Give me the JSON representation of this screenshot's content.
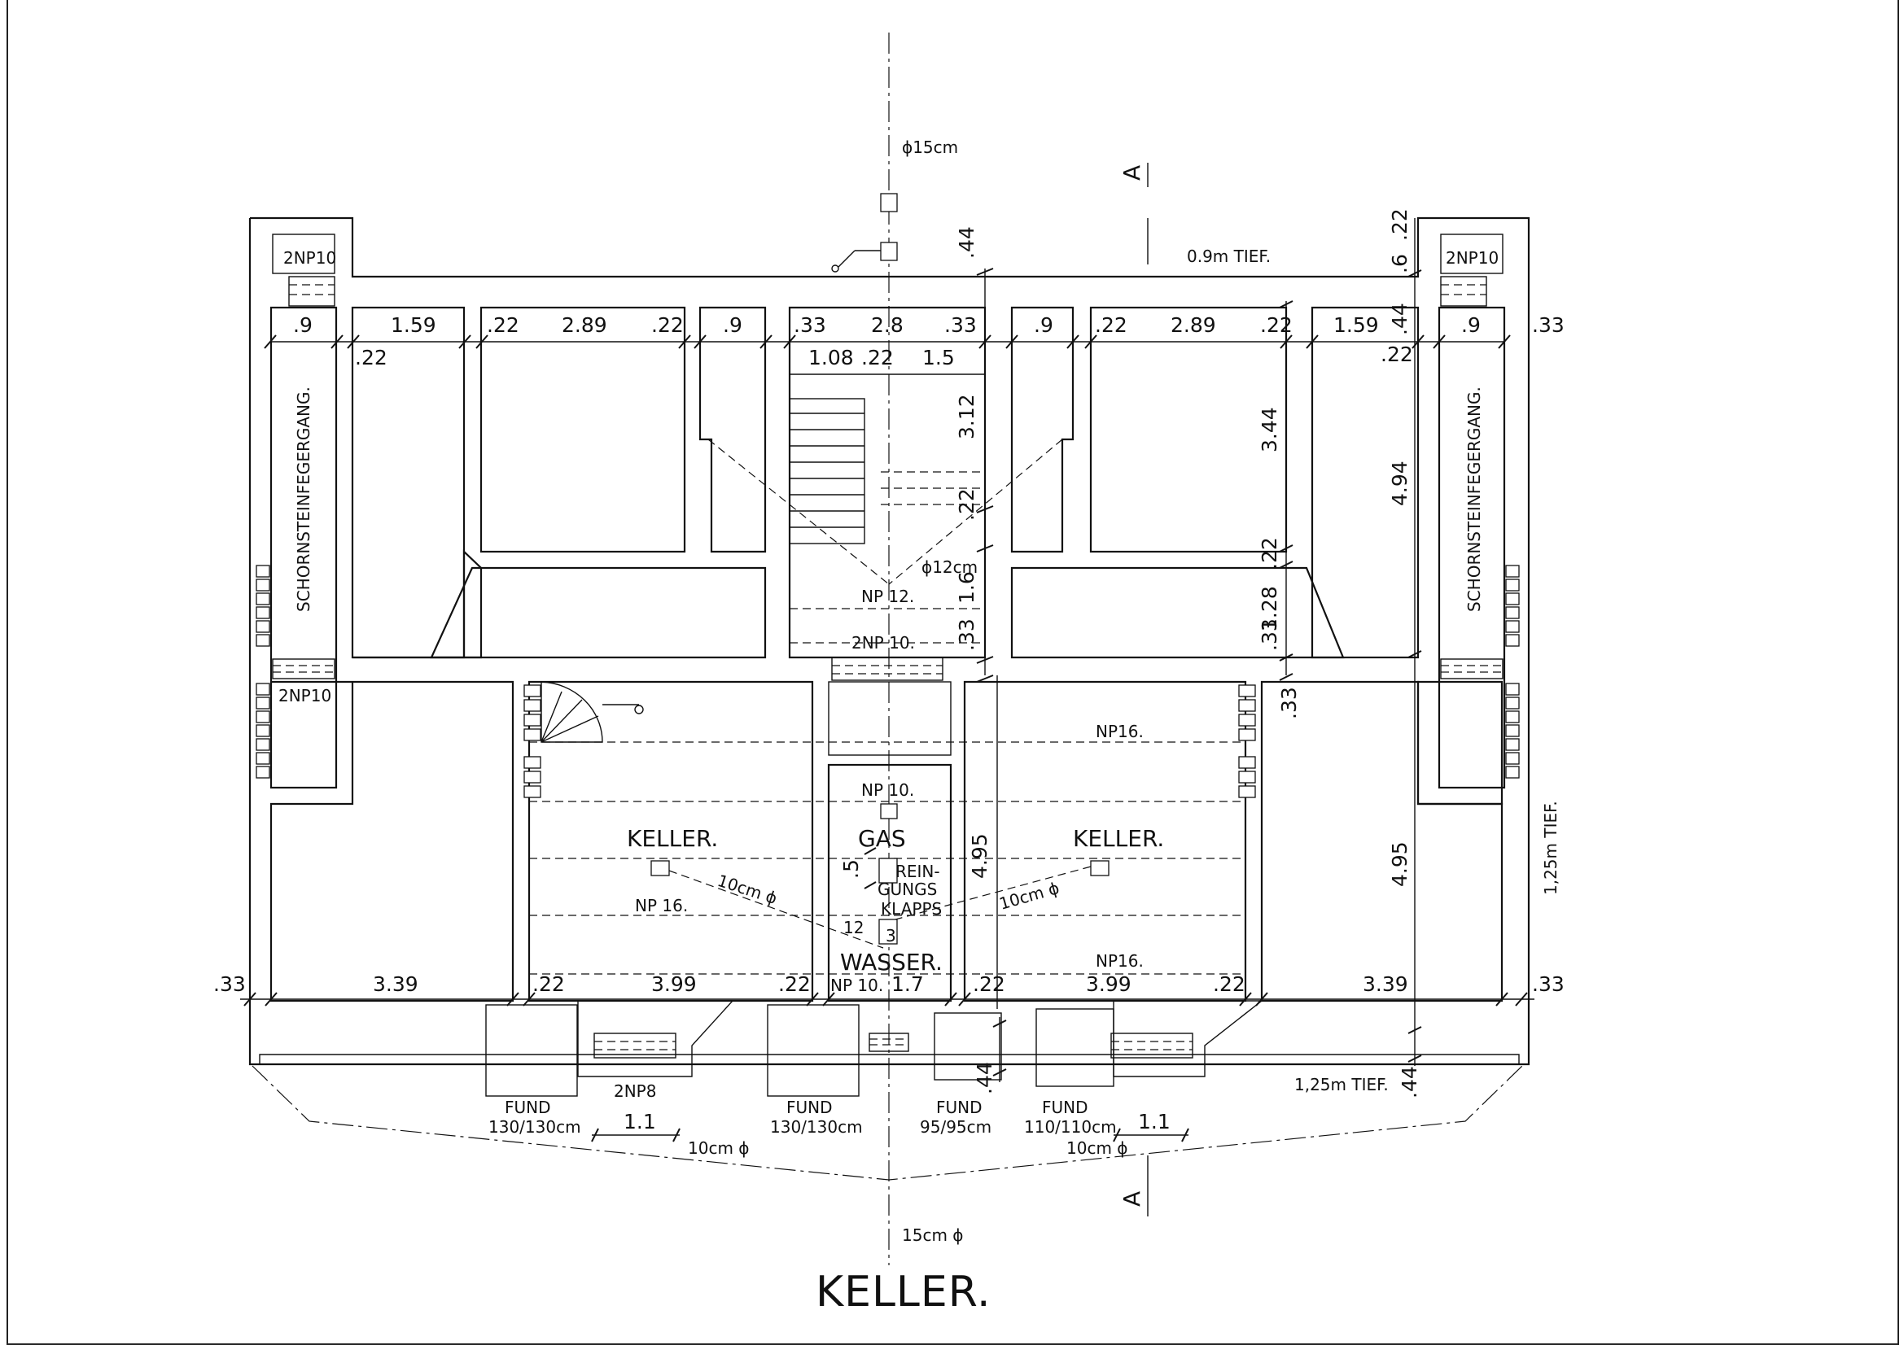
{
  "title": "KELLER.",
  "section_marker": "A",
  "rooms": {
    "keller_left": "KELLER.",
    "keller_right": "KELLER.",
    "gas": "GAS",
    "wasser": "WASSER.",
    "reinigung": [
      "REIN-",
      "GUNGS",
      "KLAPPS"
    ],
    "chimney_left": "SCHORNSTEINFEGERGANG.",
    "chimney_right": "SCHORNSTEINFEGERGANG."
  },
  "beams": {
    "top_left": "2NP10",
    "top_right": "2NP10",
    "mid_left": "2NP10",
    "np12": "NP 12.",
    "np10_2": "2NP 10.",
    "np10": "NP 10.",
    "np16_right_top": "NP16.",
    "np16_left": "NP 16.",
    "np16_right_bottom": "NP16.",
    "np10_bottom": "NP 10.",
    "np8": "2NP8"
  },
  "pipes": {
    "top": "ϕ15cm",
    "stair": "ϕ12cm",
    "left_diag": "10cm ϕ",
    "right_diag": "10cm ϕ",
    "bottom_left": "10cm ϕ",
    "bottom_right": "10cm ϕ",
    "bottom": "15cm ϕ"
  },
  "depths": {
    "top": "0.9m  TIEF.",
    "right": "1,25m  TIEF.",
    "bottom": "1,25m  TIEF."
  },
  "foundations": [
    {
      "label": "FUND",
      "size": "130/130cm"
    },
    {
      "label": "FUND",
      "size": "130/130cm"
    },
    {
      "label": "FUND",
      "size": "95/95cm"
    },
    {
      "label": "FUND",
      "size": "110/110cm"
    }
  ],
  "dims_top_row": [
    ".9",
    "1.59",
    ".22",
    "2.89",
    ".22",
    ".9",
    ".33",
    "2.8",
    ".33",
    ".9",
    ".22",
    "2.89",
    ".22",
    "1.59",
    ".9",
    ".33"
  ],
  "dims_top_misc": {
    "top_44": ".44",
    "d22a": ".22",
    "d108": "1.08",
    "d22b": ".22",
    "d15": "1.5",
    "d312": "3.12",
    "d22c": ".22",
    "d16": "1.6",
    "d33a": ".33",
    "d344": "3.44",
    "d22d": ".22",
    "d128": "1.28",
    "d33b": ".33",
    "d494": "4.94",
    "d22e": ".22",
    "d33c": ".33",
    "r_6": ".6",
    "r_22": ".22",
    "r_44": ".44",
    "r_22b": ".22"
  },
  "dims_bottom_row": [
    ".33",
    "3.39",
    ".22",
    "3.99",
    ".22",
    "1.7",
    ".22",
    "3.99",
    ".22",
    "3.39",
    ".33"
  ],
  "dims_misc": {
    "d5": ".5",
    "d12": "12",
    "d3": "3",
    "d495_mid": "4.95",
    "d495_right": "4.95",
    "d44_bl": ".44",
    "d44_br": ".44",
    "d11a": "1.1",
    "d11b": "1.1"
  }
}
